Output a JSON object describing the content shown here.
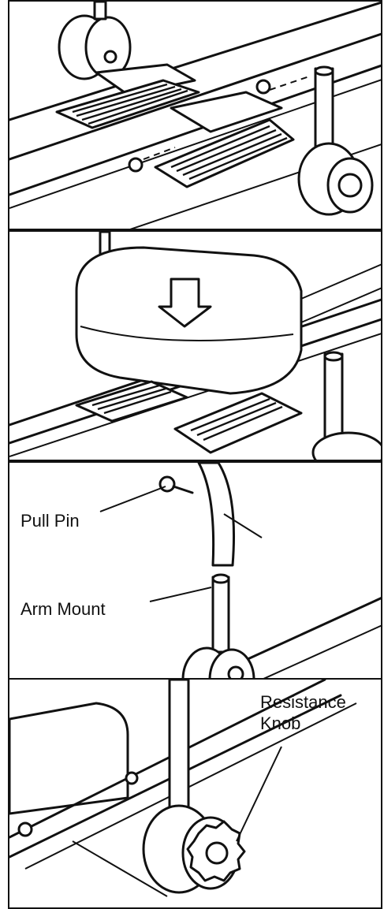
{
  "callouts": {
    "pull_pin": "Pull Pin",
    "arm_mount": "Arm Mount",
    "resistance_line1": "Resistance",
    "resistance_line2": "Knob"
  },
  "colors": {
    "ink": "#111111",
    "paper": "#ffffff"
  },
  "icons": [
    "pedal-icon",
    "pivot-pin-icon",
    "resistance-knob-icon",
    "seat-arrow-icon"
  ]
}
